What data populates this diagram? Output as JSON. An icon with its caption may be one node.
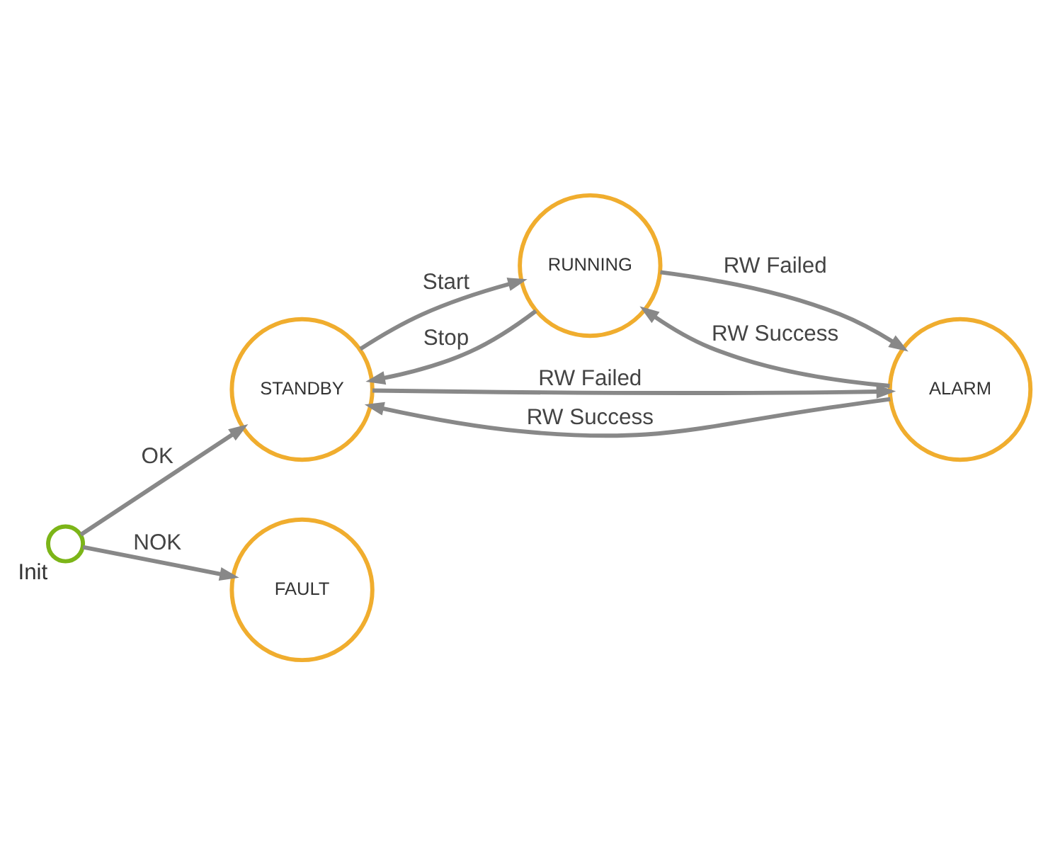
{
  "diagram": {
    "nodes": [
      {
        "text": [
          "Init"
        ]
      },
      {
        "text": [
          "STANDBY"
        ]
      },
      {
        "text": [
          "RUNNING"
        ]
      },
      {
        "text": [
          "ALARM"
        ]
      },
      {
        "text": [
          "FAULT"
        ]
      }
    ],
    "edges": [
      {
        "from": 0,
        "to": 1,
        "arrow": "to",
        "label": "OK"
      },
      {
        "from": 0,
        "to": 4,
        "arrow": "to",
        "label": "NOK"
      },
      {
        "from": 1,
        "to": 2,
        "arrow": "to",
        "label": "Start"
      },
      {
        "from": 2,
        "to": 1,
        "arrow": "to",
        "label": "Stop"
      },
      {
        "from": 1,
        "to": 3,
        "arrow": "to",
        "label": "RW Failed"
      },
      {
        "from": 3,
        "to": 1,
        "arrow": "to",
        "label": "RW Success"
      },
      {
        "from": 3,
        "to": 2,
        "arrow": "to",
        "label": "RW Success"
      },
      {
        "from": 2,
        "to": 3,
        "arrow": "to",
        "label": "RW Failed"
      }
    ]
  }
}
